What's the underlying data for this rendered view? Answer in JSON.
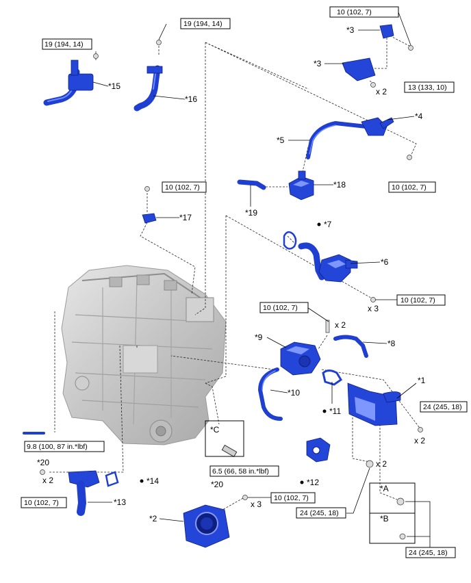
{
  "colors": {
    "part_blue": "#1f3fd1",
    "part_highlight": "#6f8cff",
    "engine_gray": "#c9c9c9",
    "line": "#000000"
  },
  "torque_specs": {
    "t_19_a": "19 (194, 14)",
    "t_19_b": "19 (194, 14)",
    "t_10_a": "10 (102, 7)",
    "t_13": "13 (133, 10)",
    "t_10_b": "10 (102, 7)",
    "t_10_c": "10 (102, 7)",
    "t_10_d": "10 (102, 7)",
    "t_10_e": "10 (102, 7)",
    "t_24_a": "24 (245, 18)",
    "t_9_8": "9.8 (100, 87 in.*lbf)",
    "t_6_5": "6.5 (66, 58 in.*lbf)",
    "t_10_f": "10 (102, 7)",
    "t_10_g": "10 (102, 7)",
    "t_24_b": "24 (245, 18)",
    "t_24_c": "24 (245, 18)"
  },
  "part_labels": {
    "p15": "*15",
    "p16": "*16",
    "p3a": "*3",
    "p3b": "*3",
    "p4": "*4",
    "p5": "*5",
    "p18": "*18",
    "p19": "*19",
    "p17": "*17",
    "p7": "*7",
    "p6": "*6",
    "p9": "*9",
    "p8": "*8",
    "p10": "*10",
    "p11": "*11",
    "p1": "*1",
    "p12": "*12",
    "p14": "*14",
    "p13": "*13",
    "p2": "*2",
    "p20a": "*20",
    "p20b": "*20",
    "pC": "*C",
    "pA": "*A",
    "pB": "*B"
  },
  "quantities": {
    "q_13": "x 2",
    "q_6": "x 3",
    "q_9": "x 2",
    "q_1": "x 2",
    "q_13b": "x 2",
    "q_2": "x 3",
    "q_24": "x 2"
  }
}
